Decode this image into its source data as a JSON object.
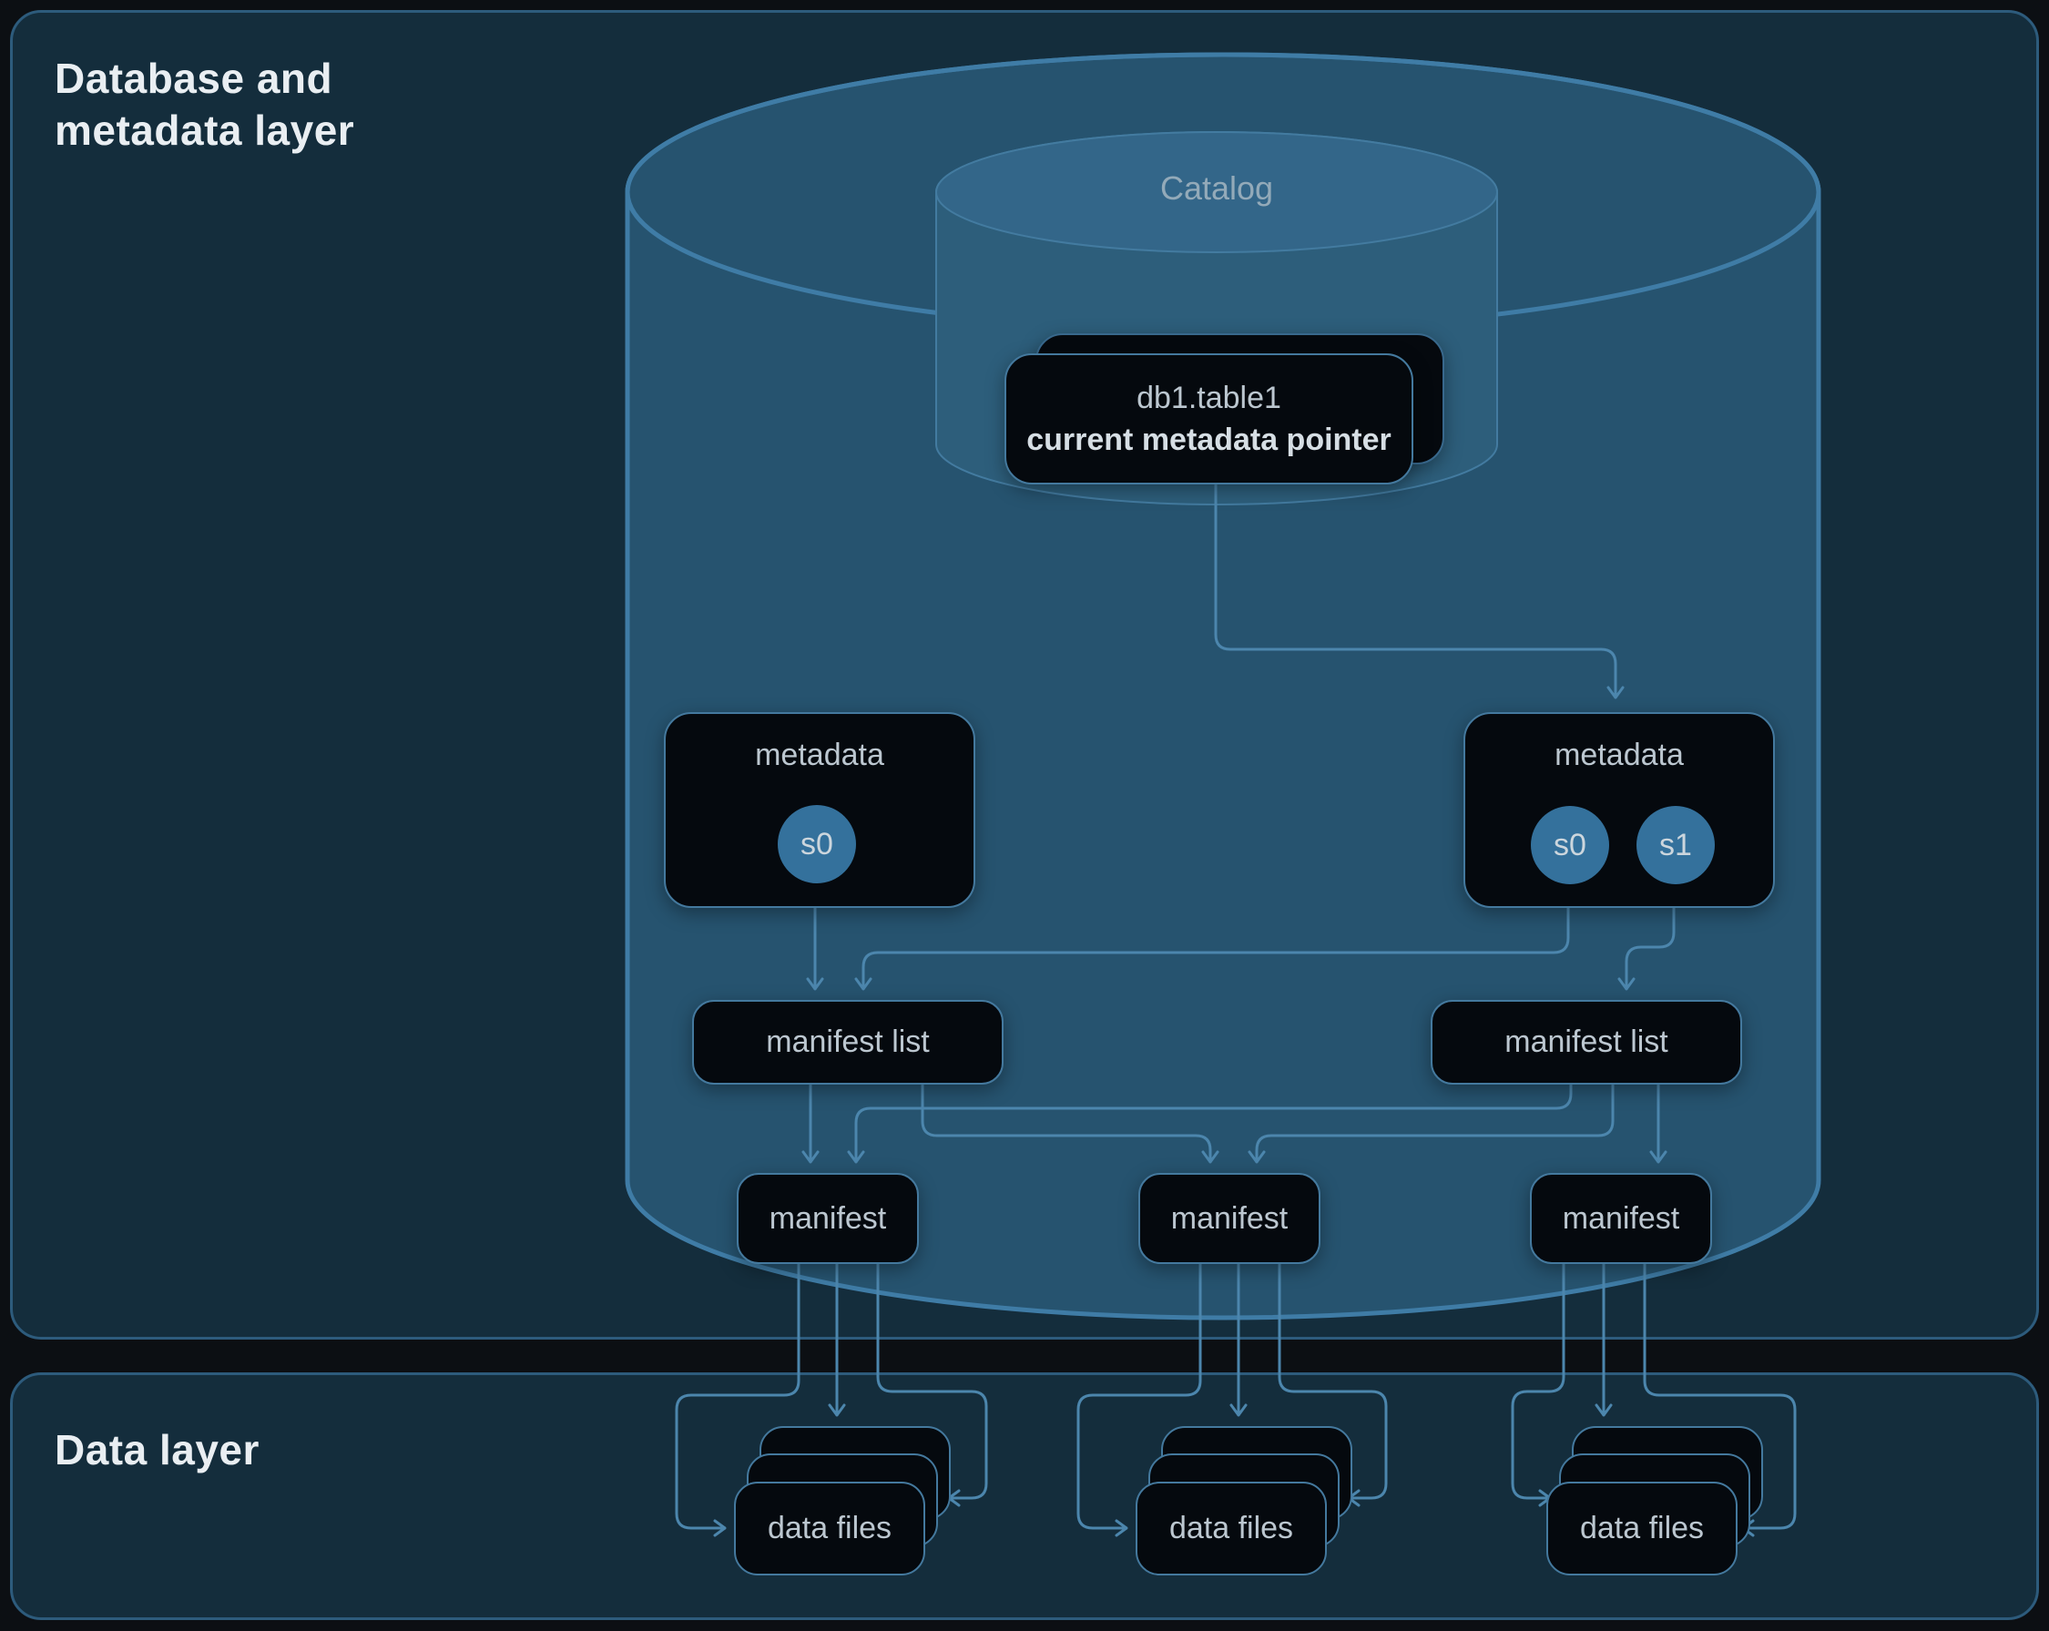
{
  "metadata_layer": {
    "title": "Database and metadata layer"
  },
  "data_layer": {
    "title": "Data layer"
  },
  "catalog": {
    "label": "Catalog",
    "table_box": {
      "name": "db1.table1",
      "pointer": "current metadata pointer"
    }
  },
  "snapshots": {
    "left": {
      "label": "metadata",
      "chips": [
        "s0"
      ]
    },
    "right": {
      "label": "metadata",
      "chips": [
        "s0",
        "s1"
      ]
    }
  },
  "manifest_lists": {
    "left": "manifest list",
    "right": "manifest list"
  },
  "manifests": [
    "manifest",
    "manifest",
    "manifest"
  ],
  "data_files": [
    "data files",
    "data files",
    "data files"
  ],
  "colors": {
    "page_background": "#0c0f13",
    "panel_fill": "#142d3c",
    "panel_border": "#2d5b7c",
    "cylinder_fill": "#26536f",
    "cylinder_stroke": "#3f7ca6",
    "catalog_fill": "#2d5e7b",
    "catalog_top_fill": "#336689",
    "node_fill": "#05090e",
    "node_border": "#44799e",
    "arrow": "#4c86ad",
    "snapshot_chip": "#34719c",
    "label_text": "#bcc7d0",
    "title_text": "#e9eef2"
  }
}
